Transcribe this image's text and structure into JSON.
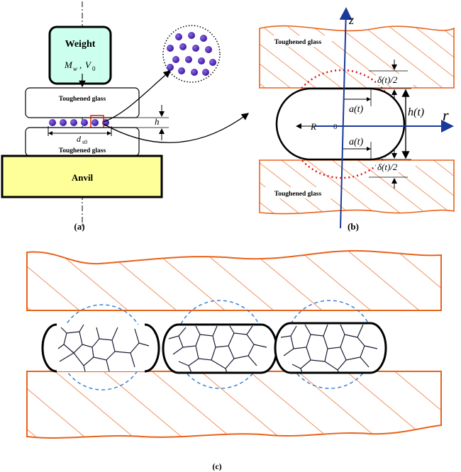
{
  "panel_a": {
    "caption": "(a)",
    "weight_label": "Weight",
    "weight_symbol_m": "M",
    "weight_symbol_m_sub": "w",
    "weight_symbol_v": "V",
    "weight_symbol_v_sub": "0",
    "top_glass_label": "Toughened glass",
    "bottom_glass_label": "Toughened glass",
    "anvil_label": "Anvil",
    "h_label": "h",
    "d_label": "d",
    "d_sub": "s0",
    "colors": {
      "weight_fill": "#ccffee",
      "anvil_fill": "#ffff99",
      "particle": "#5522bb",
      "highlight": "#dd2200"
    }
  },
  "panel_b": {
    "caption": "(b)",
    "top_glass_label": "Toughened glass",
    "bottom_glass_label": "Toughened glass",
    "z_axis_label": "z",
    "r_axis_label": "r",
    "origin_label": "0",
    "radius_label": "R",
    "a_t_label": "a(t)",
    "h_t_label": "h(t)",
    "delta_label": "δ(t)/2",
    "colors": {
      "hatch": "#e8621a",
      "axis": "#1a3a99",
      "dotted": "#dd1111"
    }
  },
  "panel_c": {
    "caption": "(c)",
    "colors": {
      "hatch": "#e8621a",
      "dashed": "#3b7fd4"
    }
  }
}
